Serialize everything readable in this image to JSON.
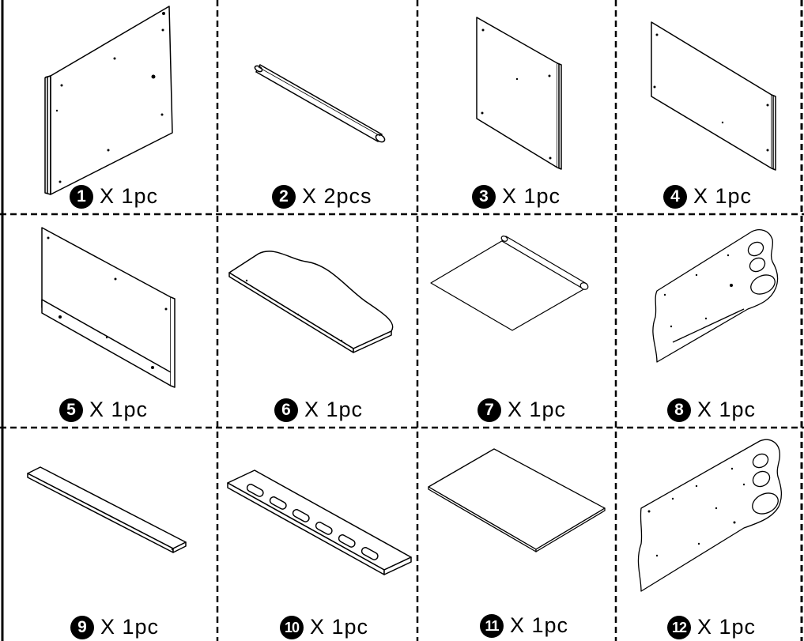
{
  "parts": [
    {
      "number": "1",
      "quantity": "X 1pc",
      "icon": "large-panel-with-edge-strip"
    },
    {
      "number": "2",
      "quantity": "X 2pcs",
      "icon": "round-rod"
    },
    {
      "number": "3",
      "quantity": "X 1pc",
      "icon": "square-panel"
    },
    {
      "number": "4",
      "quantity": "X 1pc",
      "icon": "wide-panel"
    },
    {
      "number": "5",
      "quantity": "X 1pc",
      "icon": "back-panel-with-rail"
    },
    {
      "number": "6",
      "quantity": "X 1pc",
      "icon": "curved-shelf"
    },
    {
      "number": "7",
      "quantity": "X 1pc",
      "icon": "fabric-sheet-with-rod"
    },
    {
      "number": "8",
      "quantity": "X 1pc",
      "icon": "side-panel-with-holes"
    },
    {
      "number": "9",
      "quantity": "X 1pc",
      "icon": "flat-slat"
    },
    {
      "number": "10",
      "quantity": "X 1pc",
      "icon": "slotted-board"
    },
    {
      "number": "11",
      "quantity": "X 1pc",
      "icon": "thin-board"
    },
    {
      "number": "12",
      "quantity": "X 1pc",
      "icon": "side-panel-with-holes"
    }
  ]
}
